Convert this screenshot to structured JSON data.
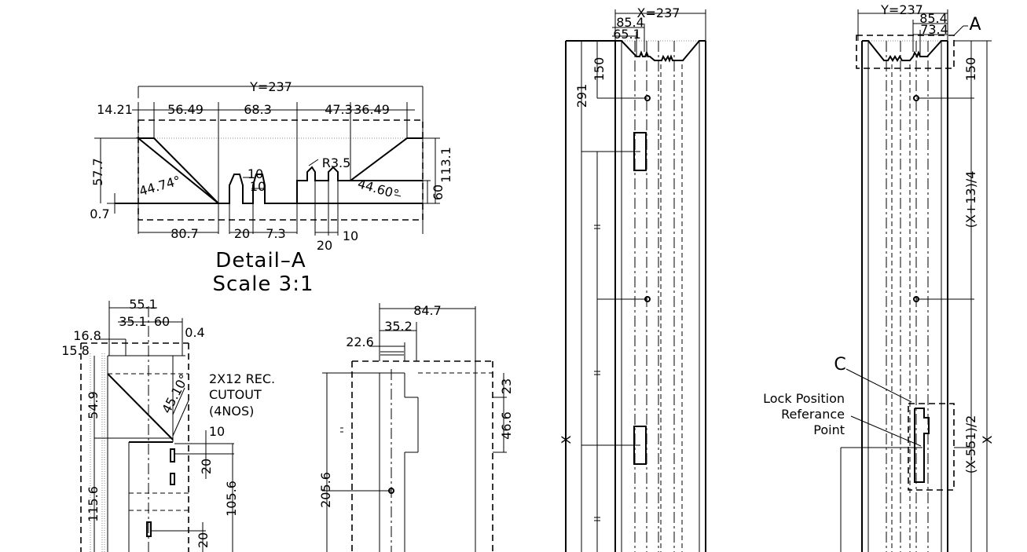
{
  "detail_a": {
    "title": "Detail–A",
    "scale": "Scale 3:1",
    "dims": {
      "width": "Y=237",
      "d1": "14.21",
      "d2": "56.49",
      "d3": "68.3",
      "d4": "47.3",
      "d5": "36.49",
      "h1": "57.7",
      "h2": "0.7",
      "h3": "113.1",
      "h4": "60",
      "ang1": "44.74°",
      "ang2": "44.60°",
      "slot1": "10",
      "slot2": "10",
      "radius": "R3.5",
      "b1": "80.7",
      "b2": "20",
      "b3": "7.3",
      "b4": "20",
      "b5": "10"
    }
  },
  "left_view": {
    "dims": {
      "d1": "55.1",
      "d2": "35.1",
      "d3": "60",
      "d4": "0.4",
      "d5": "16.8",
      "d6": "15.8",
      "d7": "54.9",
      "ang": "45.10°",
      "d8": "10",
      "d9": "20",
      "d10": "105.6",
      "d11": "115.6",
      "d12": "20"
    },
    "cutout_note": [
      "2X12 REC.",
      "CUTOUT",
      "(4NOS)"
    ]
  },
  "mid_view": {
    "dims": {
      "d1": "84.7",
      "d2": "35.2",
      "d3": "22.6",
      "d4": "23",
      "d5": "46.6",
      "d6": "205.6"
    },
    "eq": "="
  },
  "right_view_1": {
    "dims": {
      "width": "X=237",
      "d1": "85.4",
      "d2": "65.1",
      "d3": "150",
      "d4": "291",
      "length": "X"
    },
    "eq": "="
  },
  "right_view_2": {
    "dims": {
      "width": "Y=237",
      "d1": "85.4",
      "d2": "73.4",
      "d3": "150",
      "d4": "(X+13)/4",
      "d5": "(X-551)/2",
      "length": "X"
    },
    "eq": "=",
    "callout_a": "A",
    "callout_c": "C",
    "lock_note": [
      "Lock Position",
      "Referance",
      "Point"
    ]
  }
}
